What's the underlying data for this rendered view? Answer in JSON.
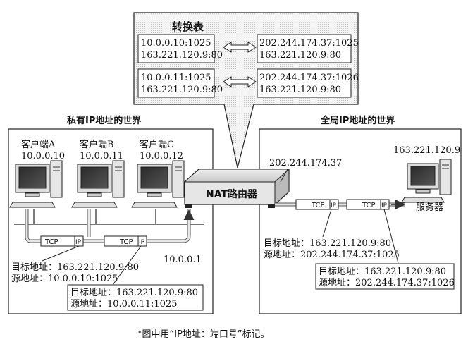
{
  "table": {
    "title": "转换表",
    "rows": [
      {
        "private_addr": "10.0.0.10:1025",
        "private_dst": "163.221.120.9:80",
        "public_addr": "202.244.174.37:1025",
        "public_dst": "163.221.120.9:80"
      },
      {
        "private_addr": "10.0.0.11:1025",
        "private_dst": "163.221.120.9:80",
        "public_addr": "202.244.174.37:1026",
        "public_dst": "163.221.120.9:80"
      }
    ]
  },
  "private_world": {
    "title": "私有IP地址的世界",
    "clients": [
      {
        "name": "客户端A",
        "ip": "10.0.0.10"
      },
      {
        "name": "客户端B",
        "ip": "10.0.0.11"
      },
      {
        "name": "客户端C",
        "ip": "10.0.0.12"
      }
    ],
    "router_private_ip": "10.0.0.1",
    "packets": [
      {
        "dst_label": "目标地址：163.221.120.9:80",
        "src_label": "源地址：10.0.0.10:1025"
      },
      {
        "dst_label": "目标地址：163.221.120.9:80",
        "src_label": "源地址：10.0.0.11:1025"
      }
    ]
  },
  "public_world": {
    "title": "全局IP地址的世界",
    "router_public_ip": "202.244.174.37",
    "server_ip": "163.221.120.9",
    "server_label": "服务器",
    "packets": [
      {
        "dst_label": "目标地址：163.221.120.9:80",
        "src_label": "源地址：202.244.174.37:1025"
      },
      {
        "dst_label": "目标地址：163.221.120.9:80",
        "src_label": "源地址：202.244.174.37:1026"
      }
    ]
  },
  "router_label": "NAT路由器",
  "packet_tags": {
    "tcp": "TCP",
    "ip": "IP"
  },
  "footnote": "*图中用“IP地址：端口号”标记。"
}
